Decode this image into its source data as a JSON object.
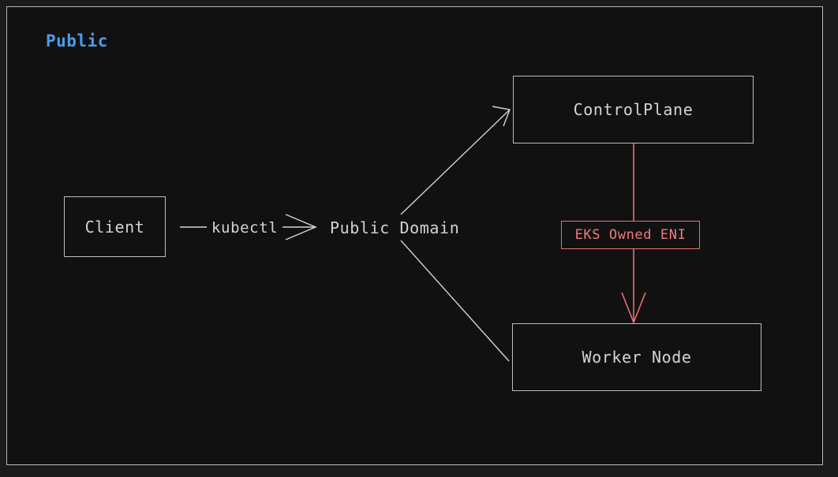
{
  "diagram": {
    "type": "flowchart",
    "background_color": "#111111",
    "frame_color": "#bdbdbd",
    "text_color": "#d4d4d4",
    "accent_color": "#4e9bf0",
    "link_color": "#e8706f",
    "cluster": {
      "title": "Public",
      "title_color": "#4e9bf0"
    },
    "nodes": [
      {
        "id": "client",
        "label": "Client",
        "shape": "rect",
        "border_color": "#bdbdbd"
      },
      {
        "id": "publicdomain",
        "label": "Public Domain",
        "shape": "text",
        "border_color": "none"
      },
      {
        "id": "controlplane",
        "label": "ControlPlane",
        "shape": "rect",
        "border_color": "#bdbdbd"
      },
      {
        "id": "worker",
        "label": "Worker Node",
        "shape": "rect",
        "border_color": "#bdbdbd"
      }
    ],
    "edges": [
      {
        "from": "client",
        "to": "publicdomain",
        "label": "kubectl",
        "color": "#d4d4d4",
        "arrow": "open",
        "label_style": "plain"
      },
      {
        "from": "publicdomain",
        "to": "controlplane",
        "label": "",
        "color": "#d4d4d4",
        "arrow": "open",
        "label_style": "none"
      },
      {
        "from": "publicdomain",
        "to": "worker",
        "label": "",
        "color": "#d4d4d4",
        "arrow": "none",
        "label_style": "none"
      },
      {
        "from": "controlplane",
        "to": "worker",
        "label": "EKS Owned ENI",
        "color": "#e8706f",
        "arrow": "open",
        "label_style": "boxed"
      }
    ]
  }
}
